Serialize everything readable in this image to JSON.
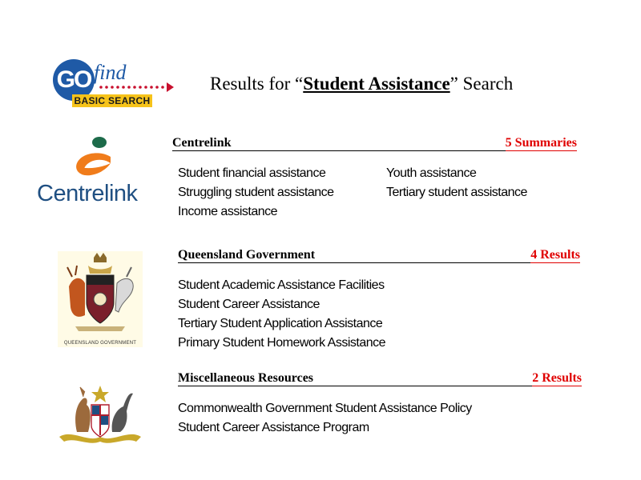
{
  "logo": {
    "go_text": "GO",
    "find_text": "find",
    "basic_search": "BASIC SEARCH"
  },
  "title": {
    "prefix": "Results for “",
    "keyword": "Student Assistance",
    "suffix": "” Search"
  },
  "sections": {
    "centrelink": {
      "logo_text": "Centrelink",
      "header": "Centrelink",
      "count": "5 Summaries",
      "col1": [
        "Student financial assistance",
        "Struggling student assistance",
        "Income assistance"
      ],
      "col2": [
        "Youth assistance",
        "Tertiary student assistance"
      ]
    },
    "qld": {
      "logo_caption": "QUEENSLAND GOVERNMENT",
      "header": "Queensland Government",
      "count": "4 Results",
      "items": [
        "Student Academic Assistance Facilities",
        "Student Career Assistance",
        "Tertiary Student Application Assistance",
        "Primary Student Homework Assistance"
      ]
    },
    "misc": {
      "header": "Miscellaneous Resources",
      "count": "2 Results",
      "items": [
        "Commonwealth Government Student Assistance Policy",
        "Student Career Assistance Program"
      ]
    }
  },
  "colors": {
    "accent_red": "#e00000",
    "gofind_blue": "#1f5aa6",
    "gofind_yellow": "#f6c31a",
    "centrelink_orange": "#f07c1b",
    "centrelink_green": "#1d6b4a",
    "centrelink_blue": "#1f4f82"
  }
}
